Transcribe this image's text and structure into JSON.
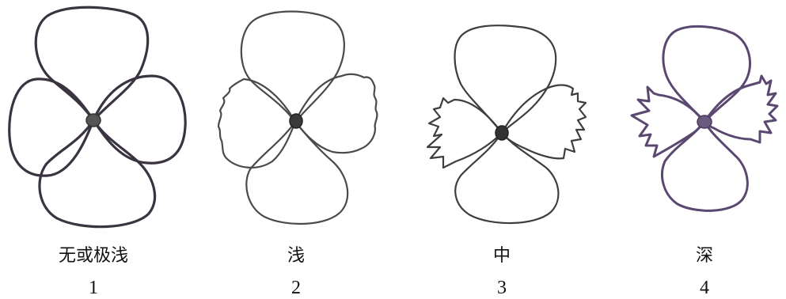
{
  "figure": {
    "panels": [
      {
        "label": "无或极浅",
        "number": "1"
      },
      {
        "label": "浅",
        "number": "2"
      },
      {
        "label": "中",
        "number": "3"
      },
      {
        "label": "深",
        "number": "4"
      }
    ]
  },
  "colors": {
    "outline_dark": "#3a3340",
    "outline_light": "#4a4a4a",
    "outline_purple": "#5a4870",
    "center": "#555555",
    "center_purple": "#6a5a80"
  }
}
